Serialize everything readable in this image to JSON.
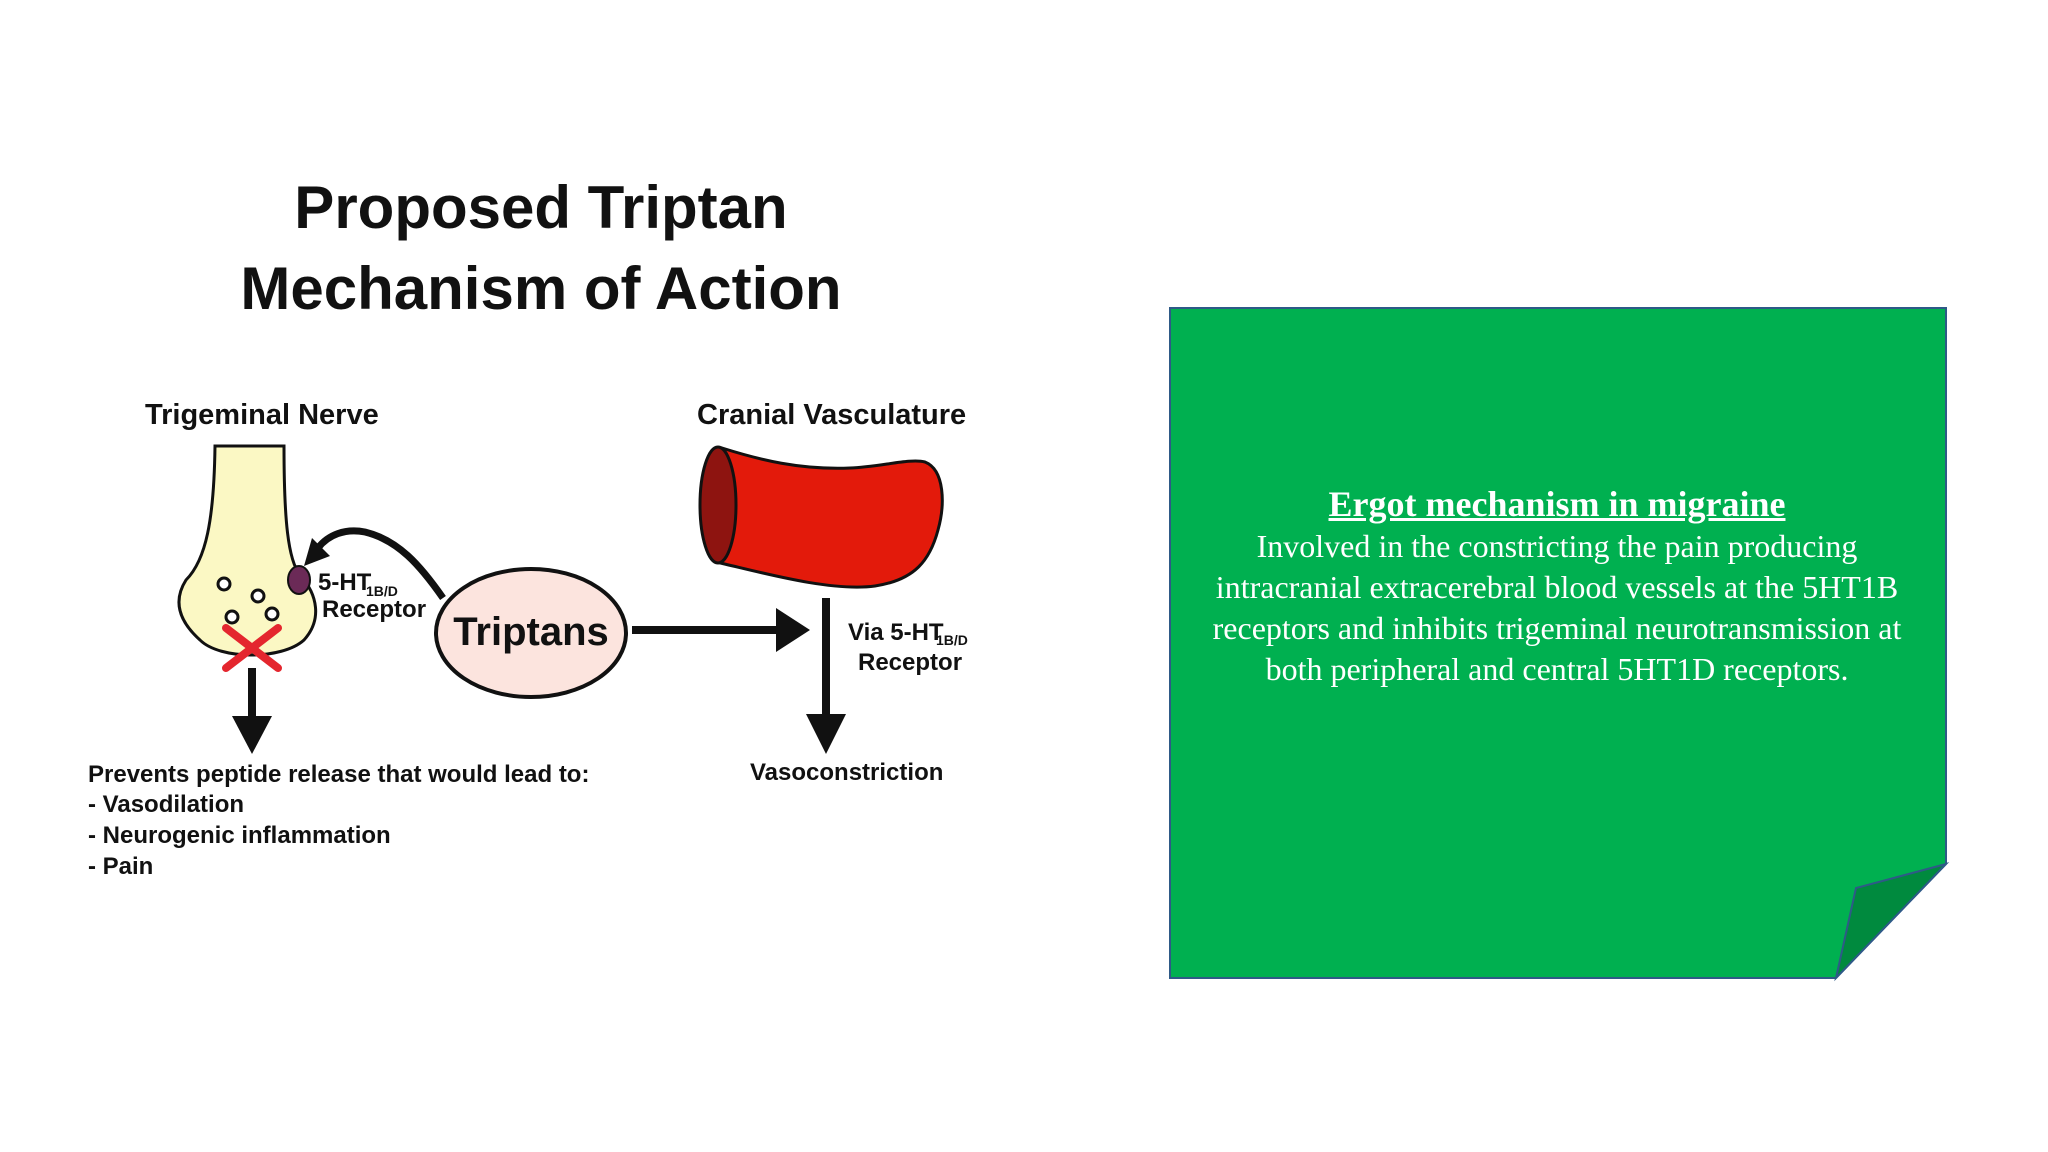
{
  "diagram": {
    "title_line1": "Proposed Triptan",
    "title_line2": "Mechanism of Action",
    "nerve_label": "Trigeminal Nerve",
    "vasculature_label": "Cranial Vasculature",
    "receptor_left_prefix": "5-HT",
    "receptor_left_sub": "1B/D",
    "receptor_left_word": "Receptor",
    "triptans_label": "Triptans",
    "via_prefix": "Via 5-HT",
    "via_sub": "1B/D",
    "via_word": "Receptor",
    "vasoconstriction_label": "Vasoconstriction",
    "prevents_heading": "Prevents peptide release that would lead to:",
    "effects": [
      "- Vasodilation",
      "- Neurogenic inflammation",
      "- Pain"
    ]
  },
  "note": {
    "title": "Ergot mechanism in migraine",
    "body": "Involved in the constricting the pain producing intracranial extracerebral blood vessels at the 5HT1B receptors and inhibits trigeminal neurotransmission at both peripheral and central 5HT1D receptors.",
    "fill_color": "#00B050",
    "fold_color": "#008A3E",
    "border_color": "#2E5A87"
  },
  "colors": {
    "nerve_fill": "#FBF8C4",
    "vessel_red": "#E31A0B",
    "vessel_dark": "#8E1410",
    "oval_fill": "#FCE4DE",
    "receptor_fill": "#6B2A57",
    "block_x": "#E4262E"
  }
}
